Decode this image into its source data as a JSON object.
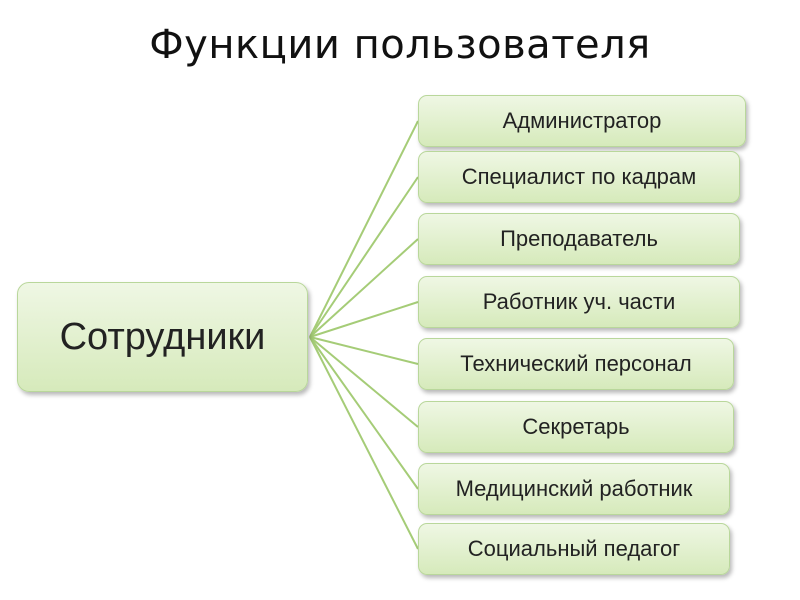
{
  "title": "Функции пользователя",
  "diagram": {
    "root": {
      "label": "Сотрудники"
    },
    "children": [
      {
        "label": "Администратор"
      },
      {
        "label": "Специалист по кадрам"
      },
      {
        "label": "Преподаватель"
      },
      {
        "label": "Работник уч. части"
      },
      {
        "label": "Технический персонал"
      },
      {
        "label": "Секретарь"
      },
      {
        "label": "Медицинский работник"
      },
      {
        "label": "Социальный педагог"
      }
    ]
  },
  "colors": {
    "connector": "#a5cc77",
    "box_border": "#b9d79b",
    "box_fill_top": "#eff7e4",
    "box_fill_bottom": "#d6eabb"
  }
}
